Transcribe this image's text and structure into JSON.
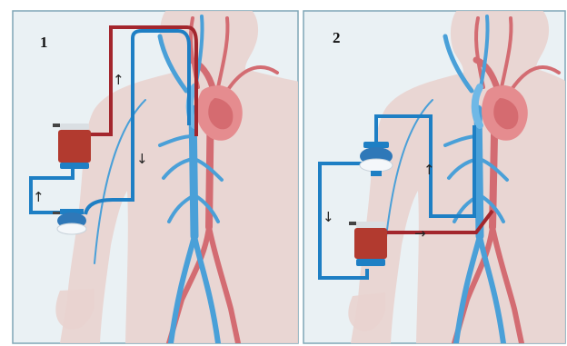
{
  "colors": {
    "panel_bg": "#eaf1f4",
    "panel_border": "#7fa6b6",
    "body_silhouette": "#e9d3cf",
    "vein_blue": "#4aa0d8",
    "artery_red": "#d36c72",
    "circuit_blue": "#1e7fc4",
    "circuit_red": "#a3262d",
    "pump_red": "#b23a2f",
    "oxygenator_white": "#f4f7fa"
  },
  "panels": [
    {
      "label": "1",
      "arrows": [
        {
          "glyph": "↑",
          "meaning": "up"
        },
        {
          "glyph": "↓",
          "meaning": "down"
        },
        {
          "glyph": "↑",
          "meaning": "up"
        }
      ]
    },
    {
      "label": "2",
      "arrows": [
        {
          "glyph": "↑",
          "meaning": "up"
        },
        {
          "glyph": "↓",
          "meaning": "down"
        },
        {
          "glyph": "→",
          "meaning": "right"
        }
      ]
    }
  ]
}
